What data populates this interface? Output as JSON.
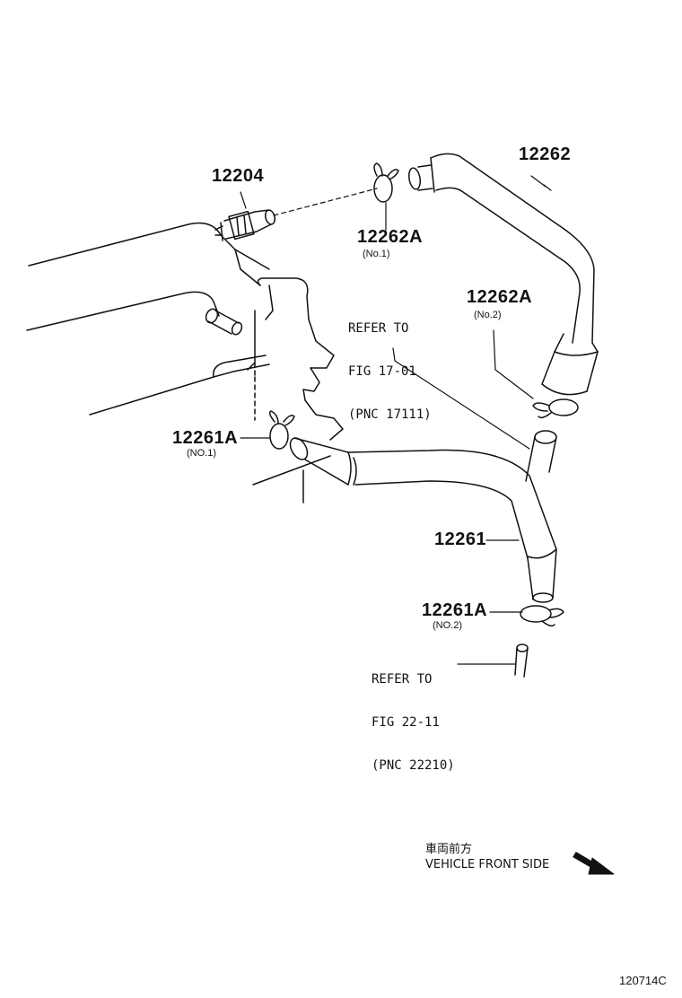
{
  "parts": [
    {
      "id": "p12204",
      "number": "12204"
    },
    {
      "id": "p12262",
      "number": "12262"
    },
    {
      "id": "p12262a1",
      "number": "12262A",
      "note": "(No.1)"
    },
    {
      "id": "p12262a2",
      "number": "12262A",
      "note": "(No.2)"
    },
    {
      "id": "p12261a1",
      "number": "12261A",
      "note": "(NO.1)"
    },
    {
      "id": "p12261",
      "number": "12261"
    },
    {
      "id": "p12261a2",
      "number": "12261A",
      "note": "(NO.2)"
    }
  ],
  "references": [
    {
      "id": "ref1",
      "line1": "REFER TO",
      "line2": "FIG 17-01",
      "line3": "(PNC 17111)"
    },
    {
      "id": "ref2",
      "line1": "REFER TO",
      "line2": "FIG 22-11",
      "line3": "(PNC 22210)"
    }
  ],
  "direction": {
    "japanese": "車両前方",
    "english": "VEHICLE FRONT SIDE"
  },
  "diagram_code": "120714C"
}
